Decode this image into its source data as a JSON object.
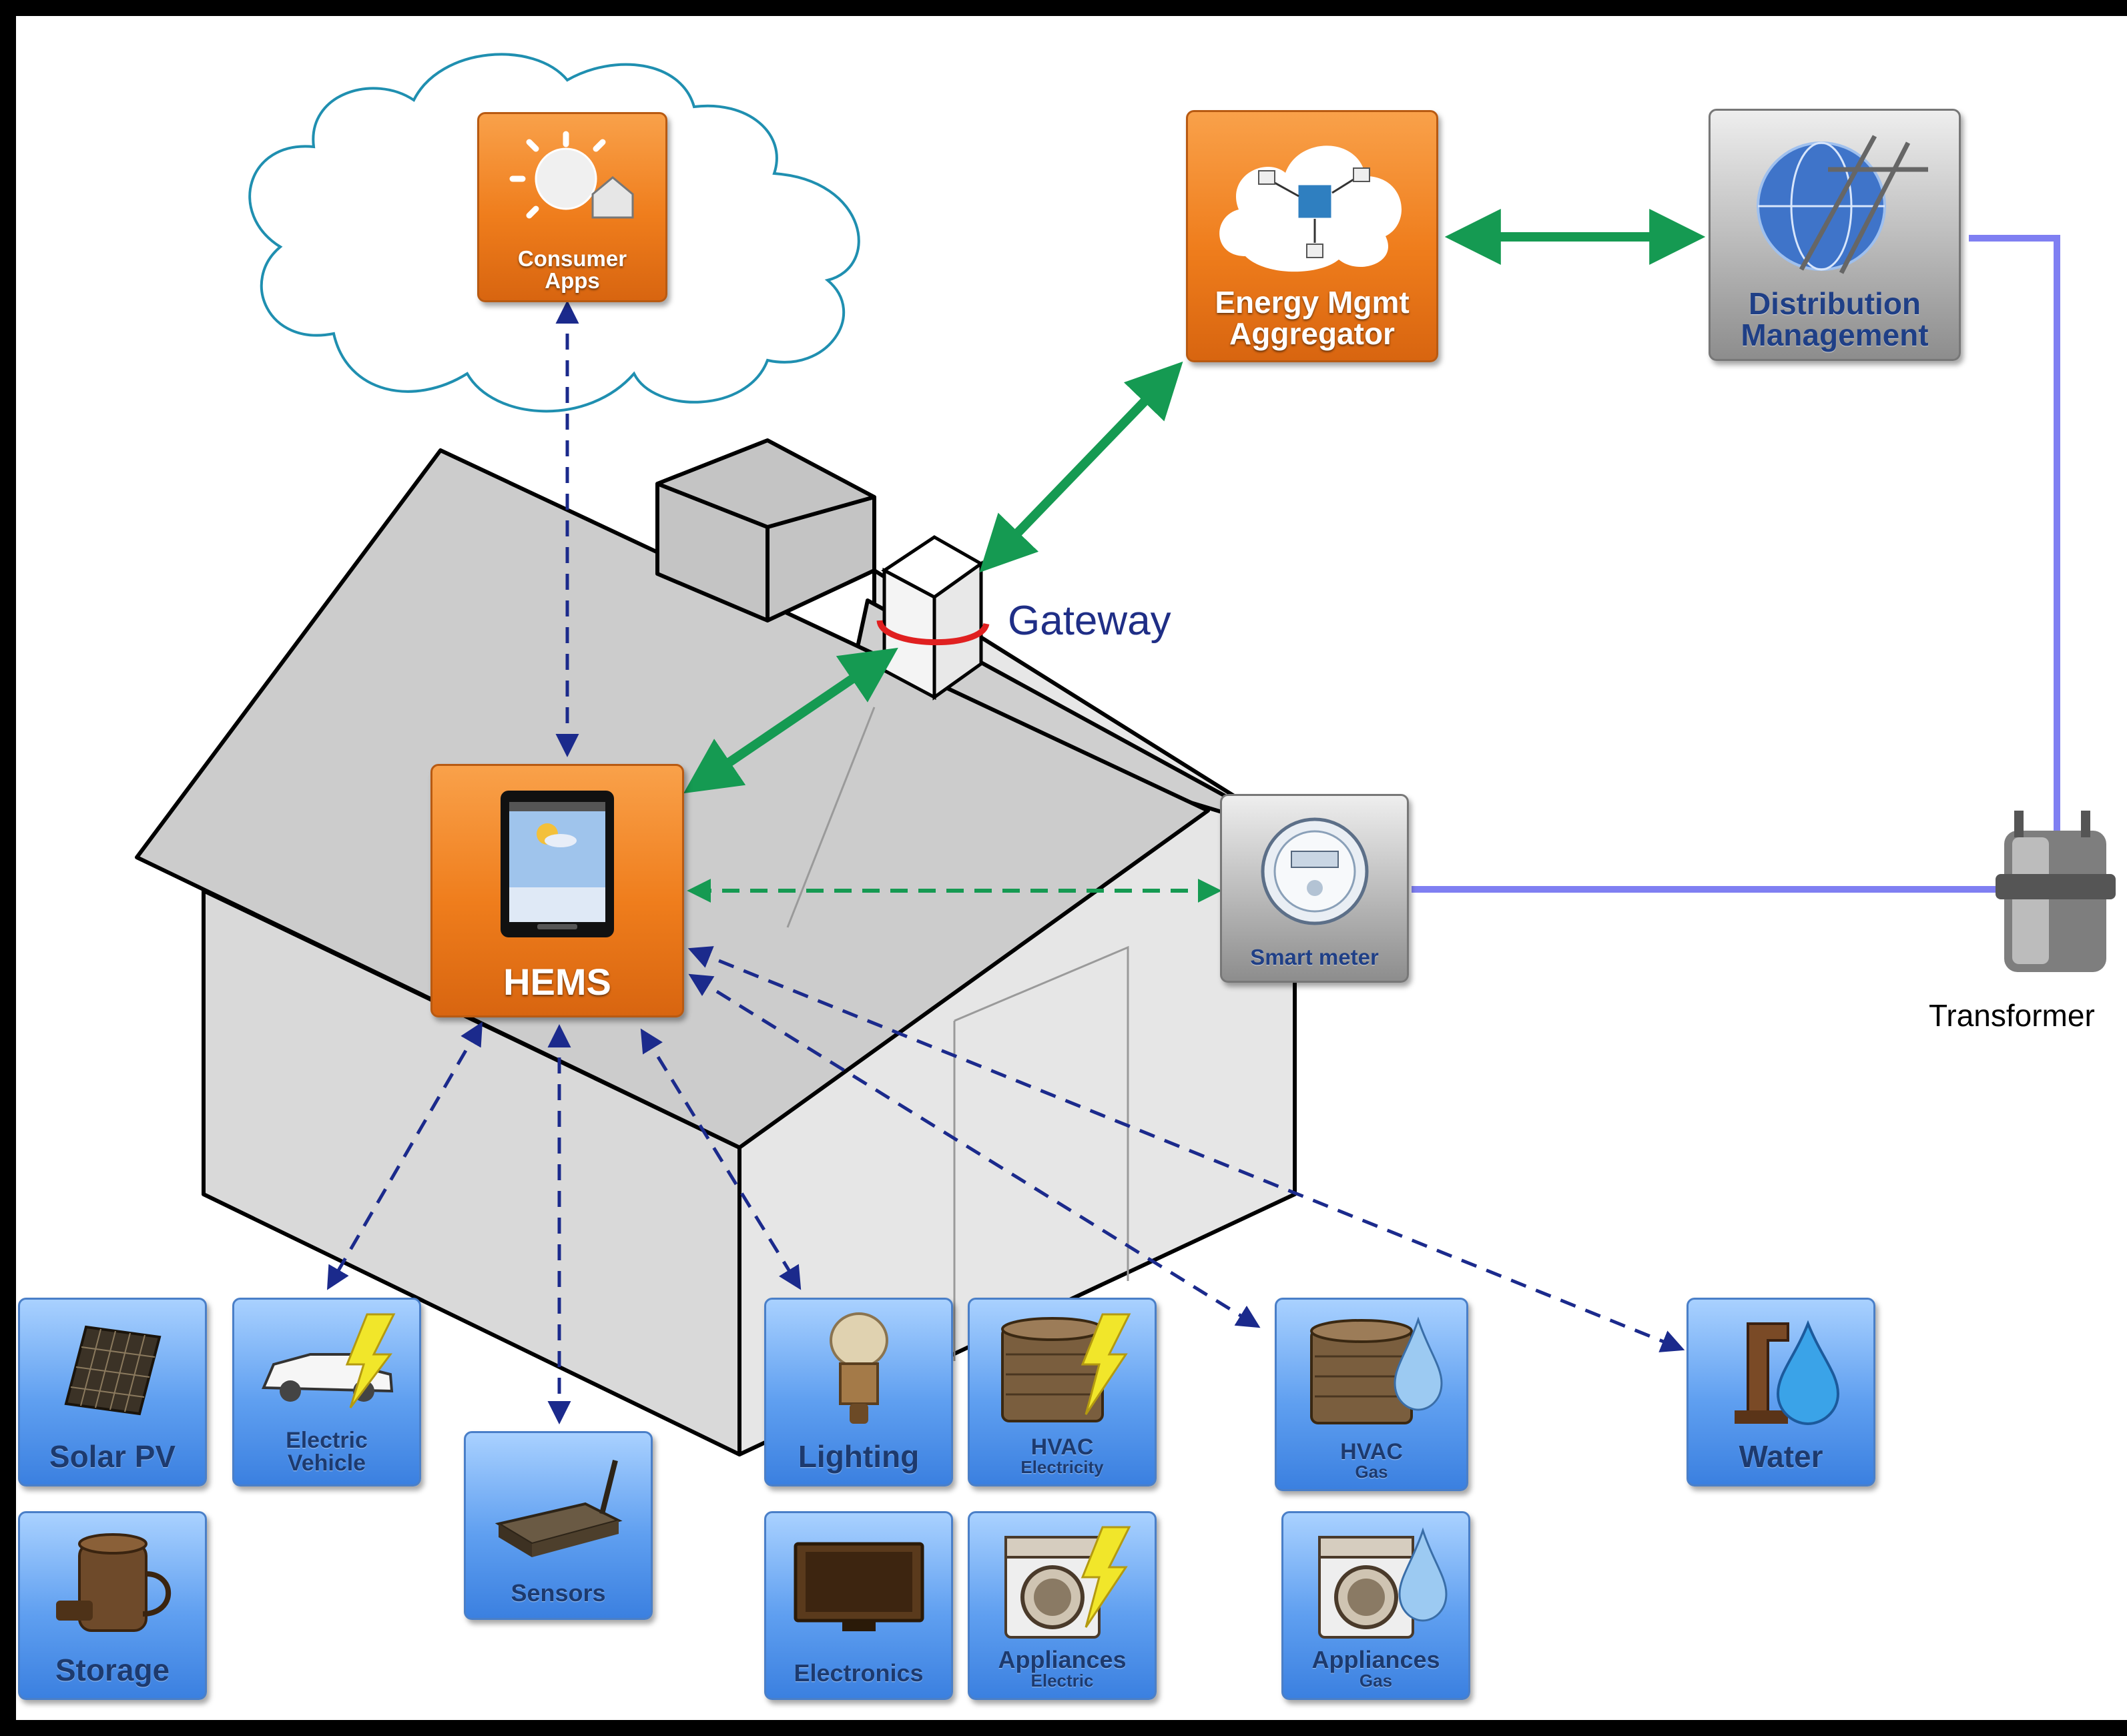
{
  "labels": {
    "consumer_apps": [
      "Consumer",
      "Apps"
    ],
    "energy_mgmt": [
      "Energy Mgmt",
      "Aggregator"
    ],
    "distribution": [
      "Distribution",
      "Management"
    ],
    "gateway": "Gateway",
    "hems": "HEMS",
    "smart_meter": "Smart meter",
    "transformer": "Transformer"
  },
  "devices": {
    "solar_pv": "Solar PV",
    "storage": "Storage",
    "electric_vehicle": [
      "Electric",
      "Vehicle"
    ],
    "sensors": "Sensors",
    "lighting": "Lighting",
    "electronics": "Electronics",
    "hvac_electricity": {
      "main": "HVAC",
      "sub": "Electricity"
    },
    "appliances_electric": {
      "main": "Appliances",
      "sub": "Electric"
    },
    "hvac_gas": {
      "main": "HVAC",
      "sub": "Gas"
    },
    "appliances_gas": {
      "main": "Appliances",
      "sub": "Gas"
    },
    "water": "Water"
  },
  "colors": {
    "green_link": "#159a52",
    "blue_link": "#1b2a8c",
    "power_line": "#7f7ff2",
    "house_fill": "#dcdcdc",
    "orange_tile": "#ef7d1c",
    "blue_tile": "#6aa6f0",
    "gray_tile": "#b9b9b9"
  }
}
